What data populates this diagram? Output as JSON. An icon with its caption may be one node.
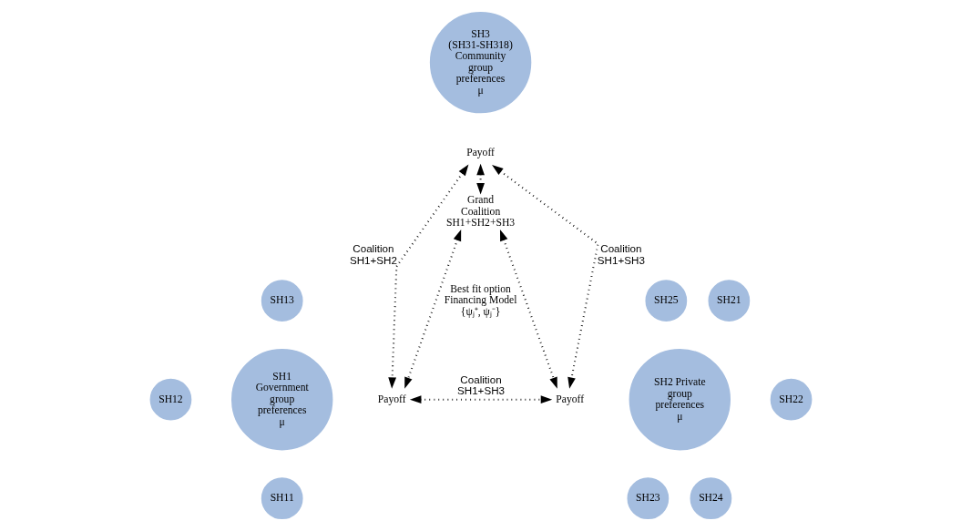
{
  "diagram": {
    "nodes": [
      {
        "text": [
          "SH3 (SH31-SH318) Community group preferences μ"
        ]
      },
      {
        "text": [
          "Payoff"
        ]
      },
      {
        "text": [
          "Grand Coalition SH1+SH2+SH3"
        ]
      },
      {
        "text": [
          "SH13"
        ]
      },
      {
        "text": [
          "SH12"
        ]
      },
      {
        "text": [
          "SH1 Government group preferences μ"
        ]
      },
      {
        "text": [
          "SH11"
        ]
      },
      {
        "text": [
          "Payoff"
        ]
      },
      {
        "text": [
          "SH21"
        ]
      },
      {
        "text": [
          "SH25"
        ]
      },
      {
        "text": [
          "SH2 Private group preferences μ"
        ]
      },
      {
        "text": [
          "SH22"
        ]
      },
      {
        "text": [
          "SH24"
        ]
      },
      {
        "text": [
          "SH23"
        ]
      },
      {
        "text": [
          "Payoff"
        ]
      }
    ],
    "edges": [
      {
        "from": 1,
        "to": 7,
        "arrow": "both",
        "style": "dashed",
        "label": "Coalition SH1+SH2"
      },
      {
        "from": 1,
        "to": 2,
        "arrow": "both",
        "style": "dashed"
      },
      {
        "from": 1,
        "to": 14,
        "arrow": "both",
        "style": "dashed",
        "label": "Coalition SH1+SH3"
      },
      {
        "from": 2,
        "to": 7,
        "arrow": "both",
        "style": "dashed"
      },
      {
        "from": 2,
        "to": 14,
        "arrow": "both",
        "style": "dashed"
      },
      {
        "from": 7,
        "to": 14,
        "arrow": "both",
        "style": "dashed",
        "label": "Coalition SH1+SH3"
      }
    ],
    "labels": [
      "Best fit option Financing Model {ψⱼ⁺, ψⱼ⁻}"
    ]
  }
}
